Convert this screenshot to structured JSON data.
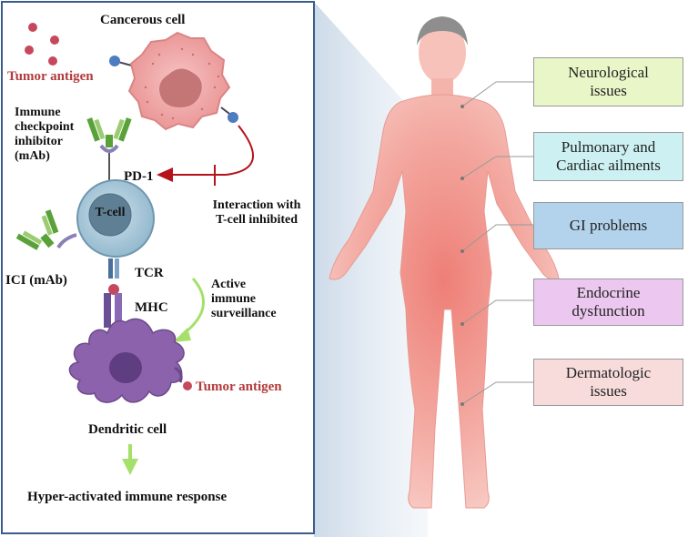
{
  "left_panel": {
    "cancerous_cell": "Cancerous cell",
    "tumor_antigen_top": "Tumor antigen",
    "immune_checkpoint_inhibitor": [
      "Immune",
      "checkpoint",
      "inhibitor",
      "(mAb)"
    ],
    "pd1": "PD-1",
    "interaction_inhibited": [
      "Interaction with",
      "T-cell inhibited"
    ],
    "t_cell": "T-cell",
    "ici": "ICI (mAb)",
    "tcr": "TCR",
    "mhc": "MHC",
    "active_surveillance": [
      "Active",
      "immune",
      "surveillance"
    ],
    "tumor_antigen_bottom": "Tumor antigen",
    "dendritic_cell": "Dendritic cell",
    "hyper_activated": "Hyper-activated immune response"
  },
  "organ_boxes": [
    {
      "lines": [
        "Neurological",
        "issues"
      ],
      "color": "#e9f7c8"
    },
    {
      "lines": [
        "Pulmonary and",
        "Cardiac ailments"
      ],
      "color": "#cdf1f2"
    },
    {
      "lines": [
        "GI problems"
      ],
      "color": "#b3d3ec"
    },
    {
      "lines": [
        "Endocrine",
        "dysfunction"
      ],
      "color": "#ecc8f0"
    },
    {
      "lines": [
        "Dermatologic",
        "issues"
      ],
      "color": "#f8dcdc"
    }
  ],
  "colors": {
    "panel_border": "#3a5c8c",
    "tumor_antigen": "#c7485d",
    "cancer_cell": "#e99a9a",
    "t_cell": "#9fc2d6",
    "dendritic_cell": "#8d62ad",
    "inhibitor_green": "#59a23a",
    "arrow_red": "#b5121b",
    "arrow_green": "#a5e06a",
    "body_skin": "#f3a9a1"
  }
}
